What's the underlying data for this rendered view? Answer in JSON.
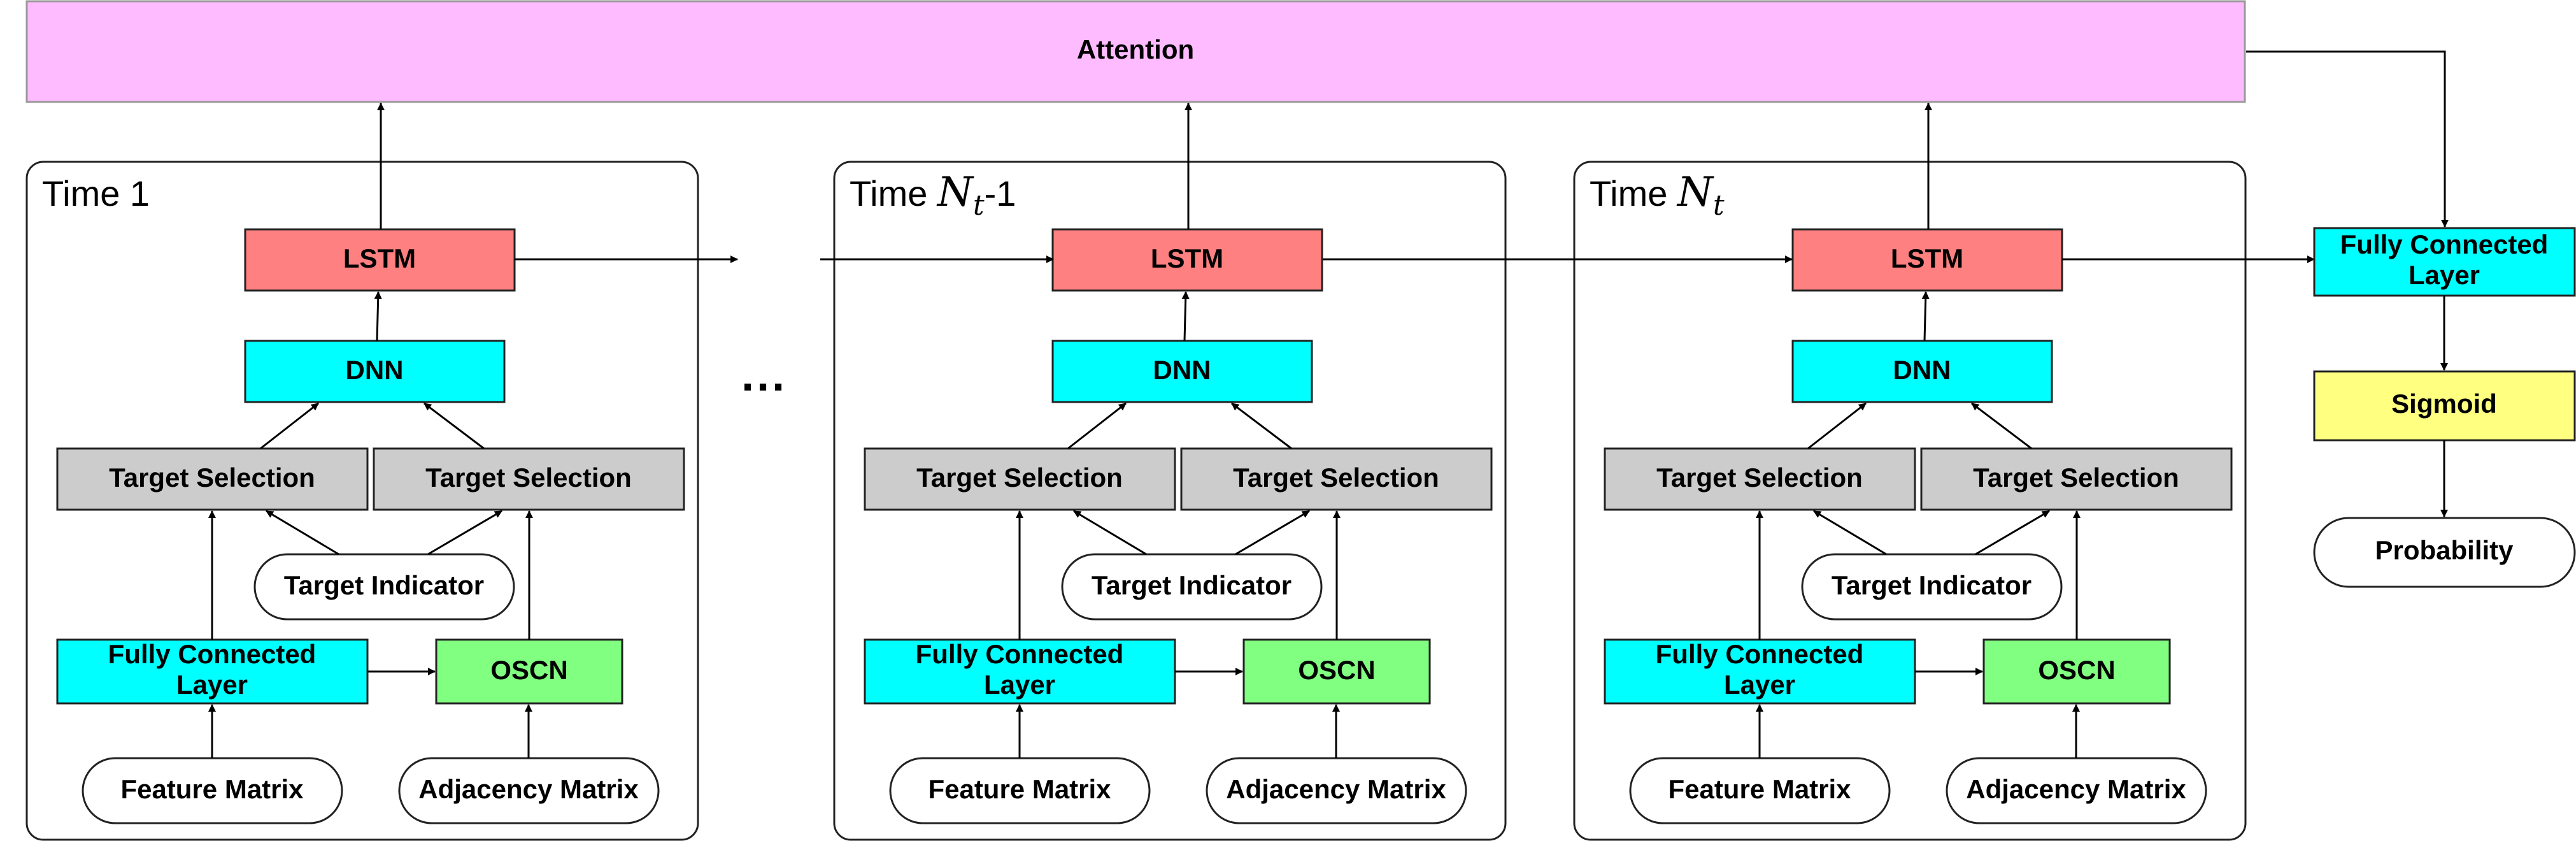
{
  "attention": {
    "label": "Attention",
    "color": "#ffbbff"
  },
  "panels": [
    {
      "title_prefix": "Time 1",
      "title_var": "",
      "title_sub": "",
      "title_suffix": ""
    },
    {
      "title_prefix": "Time ",
      "title_var": "N",
      "title_sub": "t",
      "title_suffix": "-1"
    },
    {
      "title_prefix": "Time ",
      "title_var": "N",
      "title_sub": "t",
      "title_suffix": ""
    }
  ],
  "panel_labels": {
    "lstm": "LSTM",
    "dnn": "DNN",
    "target_selection": "Target Selection",
    "target_indicator": "Target Indicator",
    "fc_line1": "Fully Connected",
    "fc_line2": "Layer",
    "oscn": "OSCN",
    "feature_matrix": "Feature Matrix",
    "adjacency_matrix": "Adjacency Matrix"
  },
  "ellipsis": "···",
  "output": {
    "fc_line1": "Fully Connected",
    "fc_line2": "Layer",
    "sigmoid": "Sigmoid",
    "probability": "Probability"
  },
  "colors": {
    "lstm": "#ff8080",
    "dnn": "#00ffff",
    "fully_connected": "#00ffff",
    "target_selection": "#cccccc",
    "oscn": "#80ff80",
    "sigmoid": "#ffff80",
    "attention": "#ffbbff"
  }
}
